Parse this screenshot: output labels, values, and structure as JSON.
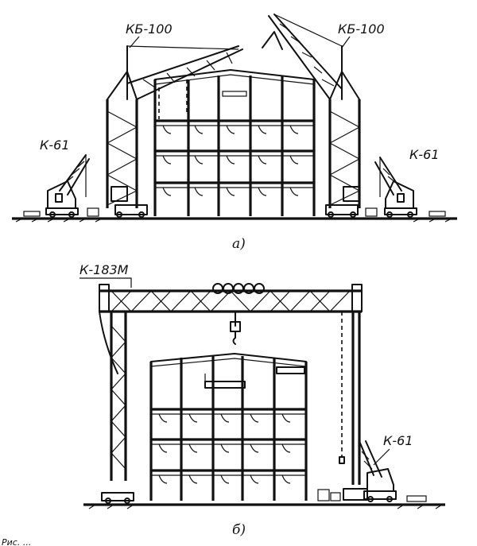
{
  "panel_a": {
    "label_left_crane": "КБ-100",
    "label_right_crane": "КБ-100",
    "label_left_small": "К-61",
    "label_right_small": "К-61",
    "caption": "а)"
  },
  "panel_b": {
    "label_gantry": "К-183М",
    "label_small": "К-61",
    "caption": "б)"
  },
  "footer_fragment": "Рис. ..."
}
